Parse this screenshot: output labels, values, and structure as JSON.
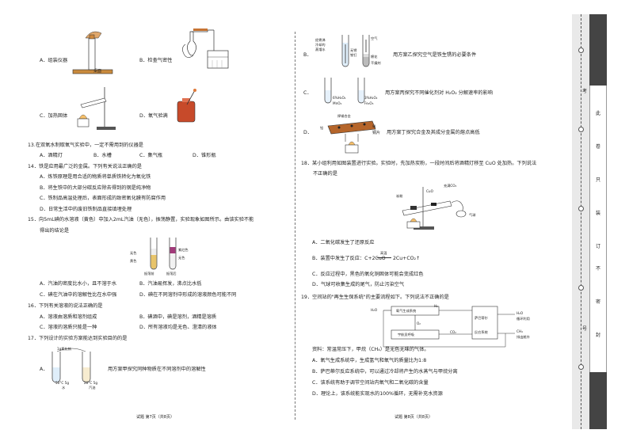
{
  "left": {
    "q12_options": {
      "a": "A．组装仪器",
      "a_fig": "桌面",
      "b": "B．检查气密性",
      "c": "C．加热固体",
      "d": "D．氧气验满"
    },
    "q13": {
      "stem": "13.在双氧水制取氧气实验中，一定不需用到的仪器是",
      "a": "A．酒精灯",
      "b": "B．水槽",
      "c": "C．集气瓶",
      "d": "D．锥形瓶"
    },
    "q14": {
      "stem": "14．铁是应用最广泛的金属。下列有关说法正确的是",
      "a": "A．炼铁原理是用合适的物质将单质铁转化为氧化铁",
      "b": "B．将生铁中的大部分碳反应除去得到的钢是纯净物",
      "c": "C．铁制品高温处理后，表面形成的致密氧化膜有防腐作用",
      "d": "D．日常生活中的废旧铁制品直接填埋处理"
    },
    "q15": {
      "stem1": "15．向5mL碘的水溶液（黄色）中加入2mL汽油（无色），振荡静置，实验现象如图所示。由该实验不能",
      "stem2": "得出的结论是",
      "fig_wuse": "无色",
      "fig_huangse": "黄色",
      "fig_zihongse": "紫红色",
      "fig_wuse2": "无色",
      "fig_before": "振荡前",
      "fig_after": "振荡后",
      "a": "A．汽油的密度比水小，且不溶于水",
      "b": "B．汽油易挥发，沸点比水低",
      "c": "C．碘在汽油中的溶解性比在水中强",
      "d": "D．碘在不同溶剂中形成的溶液颜色可能不同"
    },
    "q16": {
      "stem": "16．下列有关溶液的说法正确的是",
      "a": "A．溶液由溶质和溶剂组成",
      "b": "B．碘酒中，碘是溶剂，酒精是溶质",
      "c": "C．溶液的溶质只能是一种",
      "d": "D．所有溶液均是无色、澄清的液体"
    },
    "q17": {
      "stem": "17．下列设计的实验方案能达到实验目的的是",
      "fig_top": "1g氯化钠",
      "fig_water": "50°C 5g",
      "fig_water2": "水",
      "fig_oil": "20°C 5g",
      "fig_oil2": "汽油",
      "a": "A．",
      "a_text": "用方案甲探究同种物质在不同溶剂中的溶解性"
    },
    "footer": "试题 第7页（共8页）"
  },
  "right": {
    "b_fig": {
      "l1": "经煮沸",
      "l2": "冷却的",
      "l3": "蒸馏水",
      "l4": "无锈",
      "l5": "铁钉",
      "l6": "空气",
      "l7": "棉花",
      "l8": "干燥剂"
    },
    "b_text": "用方案乙探究空气是铁生锈的必要条件",
    "b": "B．",
    "c_fig": {
      "l1": "6%H₂O₂",
      "l2": "MnO₂",
      "l3": "3%H₂O₂",
      "l4": "Fe₂O₃"
    },
    "c_text": "用方案丙探究不同催化剂对 H₂O₂ 分解速率的影响",
    "c": "C．",
    "d_fig": {
      "l1": "焊锡合金",
      "l2": "铅",
      "l3": "锡",
      "l4": "铜片"
    },
    "d_text": "用方案丁探究合金及其成分金属的熔点高低",
    "d": "D．",
    "q18": {
      "stem1": "18．某小组利用如图装置进行实验。实验时，先加热炭粉，一段时间后将酒精灯移至 CuO 处加热。下列说法",
      "stem2": "不正确的是",
      "fig_cuo": "CuO",
      "fig_co2": "充满CO₂",
      "fig_c": "炭粉",
      "fig_balloon": "气球",
      "a": "A．二氧化碳发生了还原反应",
      "b_pre": "B．装置中发生了反应：C+2CuO",
      "b_cond": "高温",
      "b_post": "2Cu+CO₂↑",
      "c": "C．反应过程中，黑色的氧化铜固体可能会变成红色",
      "d": "D．气球可收集生成的尾气，防止污染空气"
    },
    "q19": {
      "stem": "19．空间站的\"再生生保系统\"的主要流程如下。下列说法不正确的是",
      "fig_h2o": "H₂O",
      "fig_oxygen": "氧气生成系统",
      "fig_h2": "H₂",
      "fig_o2": "O₂",
      "fig_sabatier1": "萨巴蒂尔",
      "fig_sabatier2": "反应系统",
      "fig_h2o_out": "H₂O",
      "fig_recycle": "循环利用",
      "fig_breath": "宇航员呼吸",
      "fig_co2": "CO₂",
      "fig_ch4": "CH₄",
      "fig_exhaust": "排出舱外",
      "info": "资料：常温常压下，甲烷（CH₄）是无色无味的气体。",
      "a": "A．氧气生成系统中，生成氢气和氧气的质量比为1:8",
      "b": "B．萨巴蒂尔反应系统中，可以通过冷却将产生的水蒸气与甲烷分离",
      "c": "C．该系统有助于调节空间站内氧气和二氧化碳的含量",
      "d": "D．理论上，该系统能实现水的100%循环，无需补充水资源"
    },
    "footer": "试题 第8页（共8页）"
  },
  "binding": {
    "chars": [
      "此",
      "卷",
      "只",
      "装",
      "订",
      "不",
      "密",
      "封"
    ],
    "side1": "考",
    "side2": "号"
  }
}
